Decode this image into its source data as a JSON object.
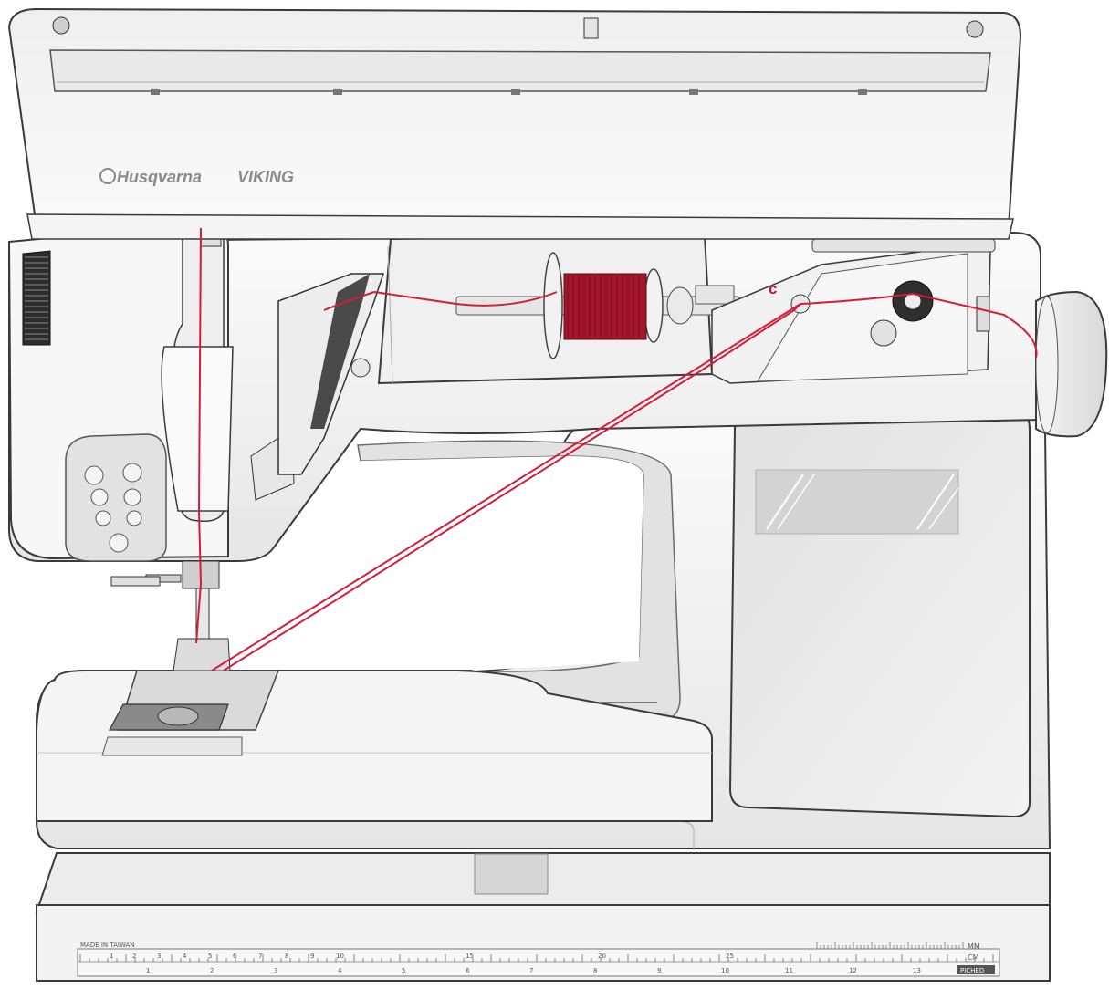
{
  "brand": {
    "name_left": "Husqvarna",
    "name_right": "VIKING"
  },
  "callout": {
    "label": "c"
  },
  "colors": {
    "thread": "#d21e3c",
    "spool": "#a3162c",
    "outline": "#3a3a3a",
    "body_light": "#f6f6f6",
    "body_mid": "#e4e4e4",
    "body_dark": "#c8c8c8",
    "label_red": "#c8102e"
  },
  "ruler": {
    "top_label": "MADE IN TAIWAN",
    "unit_mm": "MM",
    "unit_cm": "CM",
    "mm_marks": [
      "1",
      "2",
      "3",
      "4",
      "5",
      "6",
      "7",
      "8",
      "9",
      "10",
      "15",
      "20",
      "25"
    ],
    "cm_marks": [
      "1",
      "2",
      "3",
      "4",
      "5",
      "6",
      "7",
      "8",
      "9",
      "10",
      "11",
      "12",
      "13"
    ],
    "right_tag": "PICHED"
  }
}
